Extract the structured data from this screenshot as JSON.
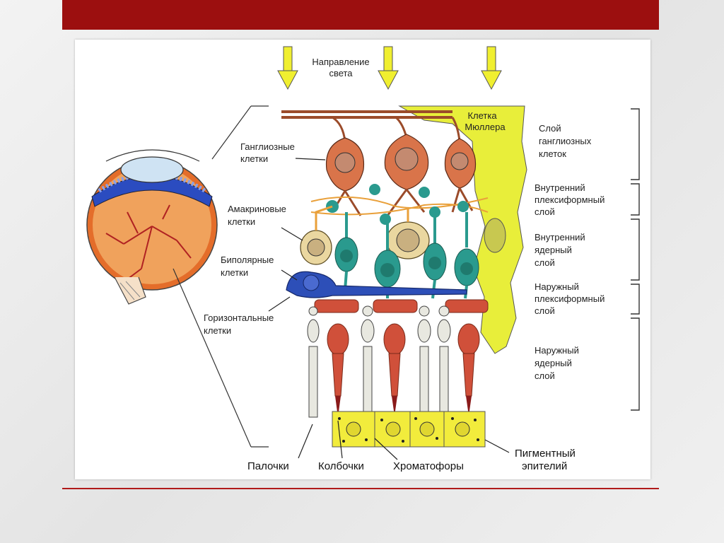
{
  "labels": {
    "light_direction": [
      "Направление",
      "света"
    ],
    "muller_cell": [
      "Клетка",
      "Мюллера"
    ],
    "ganglion_cells": [
      "Ганглиозные",
      "клетки"
    ],
    "amacrine_cells": [
      "Амакриновые",
      "клетки"
    ],
    "bipolar_cells": [
      "Биполярные",
      "клетки"
    ],
    "horizontal_cells": [
      "Горизонтальные",
      "клетки"
    ],
    "rods": "Палочки",
    "cones": "Колбочки",
    "chromatophores": "Хроматофоры",
    "pigment_epithelium": [
      "Пигментный",
      "эпителий"
    ]
  },
  "layers": [
    [
      "Слой",
      "ганглиозных",
      "клеток"
    ],
    [
      "Внутренний",
      "плексиформный",
      "слой"
    ],
    [
      "Внутренний",
      "ядерный",
      "слой"
    ],
    [
      "Наружный",
      "плексиформный",
      "слой"
    ],
    [
      "Наружный",
      "ядерный",
      "слой"
    ]
  ],
  "colors": {
    "top_bar": "#9c0f0f",
    "muller": "#e8ee3a",
    "ganglion": "#d9744a",
    "amacrine": "#ead7a0",
    "bipolar": "#2a9a8e",
    "horizontal": "#2d4fb8",
    "cone": "#d0503a",
    "rod": "#e8e8e0",
    "pigment": "#f2ec3c",
    "arrow": "#f0ef30"
  }
}
